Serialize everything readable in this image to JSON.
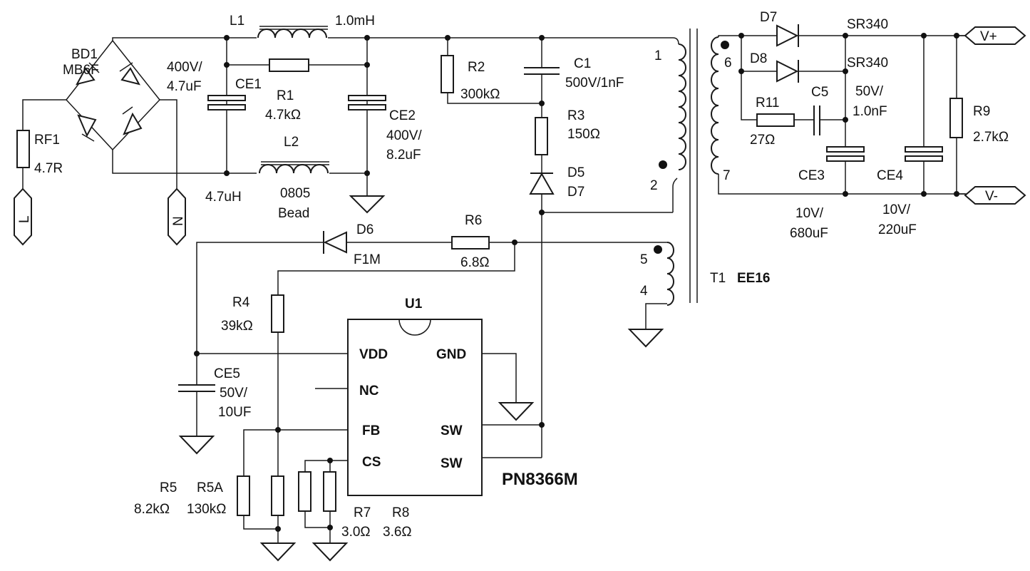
{
  "labels": {
    "bd1": "BD1",
    "bd1_part": "MB6F",
    "rf1": "RF1",
    "rf1_val": "4.7R",
    "l_term": "L",
    "n_term": "N",
    "l1": "L1",
    "l1_val": "1.0mH",
    "ce1_rating": "400V/",
    "ce1_val": "4.7uF",
    "ce1": "CE1",
    "r1": "R1",
    "r1_val": "4.7kΩ",
    "ce2": "CE2",
    "ce2_rating": "400V/",
    "ce2_val": "8.2uF",
    "l2": "L2",
    "l2_val": "4.7uH",
    "bead1": "0805",
    "bead2": "Bead",
    "r2": "R2",
    "r2_val": "300kΩ",
    "c1": "C1",
    "c1_val": "500V/1nF",
    "r3": "R3",
    "r3_val": "150Ω",
    "d5": "D5",
    "d5_part": "D7",
    "d6": "D6",
    "d6_part": "F1M",
    "r6": "R6",
    "r6_val": "6.8Ω",
    "r4": "R4",
    "r4_val": "39kΩ",
    "u1": "U1",
    "pin_vdd": "VDD",
    "pin_gnd": "GND",
    "pin_nc": "NC",
    "pin_fb": "FB",
    "pin_sw1": "SW",
    "pin_cs": "CS",
    "pin_sw2": "SW",
    "ic_part": "PN8366M",
    "ce5": "CE5",
    "ce5_rating": "50V/",
    "ce5_val": "10UF",
    "r5": "R5",
    "r5_val": "8.2kΩ",
    "r5a": "R5A",
    "r5a_val": "130kΩ",
    "r7": "R7",
    "r7_val": "3.0Ω",
    "r8": "R8",
    "r8_val": "3.6Ω",
    "pin1": "1",
    "pin2": "2",
    "pin5": "5",
    "pin4": "4",
    "pin6": "6",
    "pin7": "7",
    "t1": "T1",
    "t1_core": "EE16",
    "d7": "D7",
    "d7_part": "SR340",
    "d8": "D8",
    "d8_part": "SR340",
    "r11": "R11",
    "r11_val": "27Ω",
    "c5": "C5",
    "c5_rating": "50V/",
    "c5_val": "1.0nF",
    "ce3": "CE3",
    "ce3_rating": "10V/",
    "ce3_val": "680uF",
    "ce4": "CE4",
    "ce4_rating": "10V/",
    "ce4_val": "220uF",
    "r9": "R9",
    "r9_val": "2.7kΩ",
    "vplus": "V+",
    "vminus": "V-"
  }
}
